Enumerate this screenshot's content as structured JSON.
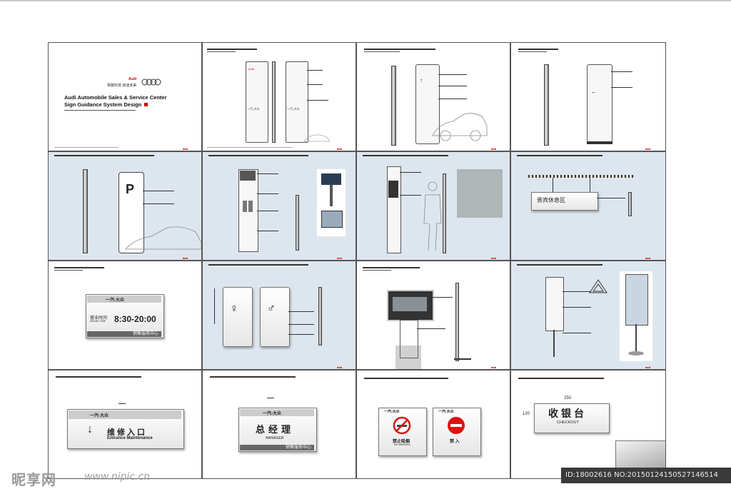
{
  "cover": {
    "brand_cn": "突破科技 启迪未来",
    "brand_word": "Audi",
    "title_line1": "Audi Automobile Sales & Service Center",
    "title_line2": "Sign Guidance System Design"
  },
  "labels": {
    "yiqi_dazhong": "一汽-大众",
    "parking_letter": "P",
    "rest_area": "贵宾休息区",
    "hours_cn": "营业时间",
    "hours_en": "HOURS TIME",
    "hours_value": "8:30-20:00",
    "sales_center": "销售服务中心",
    "arrow_down": "↓",
    "entrance_cn": "维修入口",
    "entrance_en": "Entrance Maintenance",
    "manager_cn": "总经理",
    "manager_en": "MANAGER",
    "no_smoking_cn": "禁止吸烟",
    "no_smoking_en": "NO SMOKING",
    "no_entry_cn": "禁 入",
    "checkout_cn": "收银台",
    "checkout_en": "CHECKOUT",
    "dim_250": "250",
    "dim_120": "120"
  },
  "watermark": {
    "site_cn": "昵享网",
    "url": "www.nipic.cn",
    "id_text": "ID:18002616 NO:20150124150527146514"
  },
  "colors": {
    "panel_blue": "#dde6ee",
    "audi_red": "#cc0000",
    "no_sign_red": "#d11",
    "frame": "#555555"
  }
}
